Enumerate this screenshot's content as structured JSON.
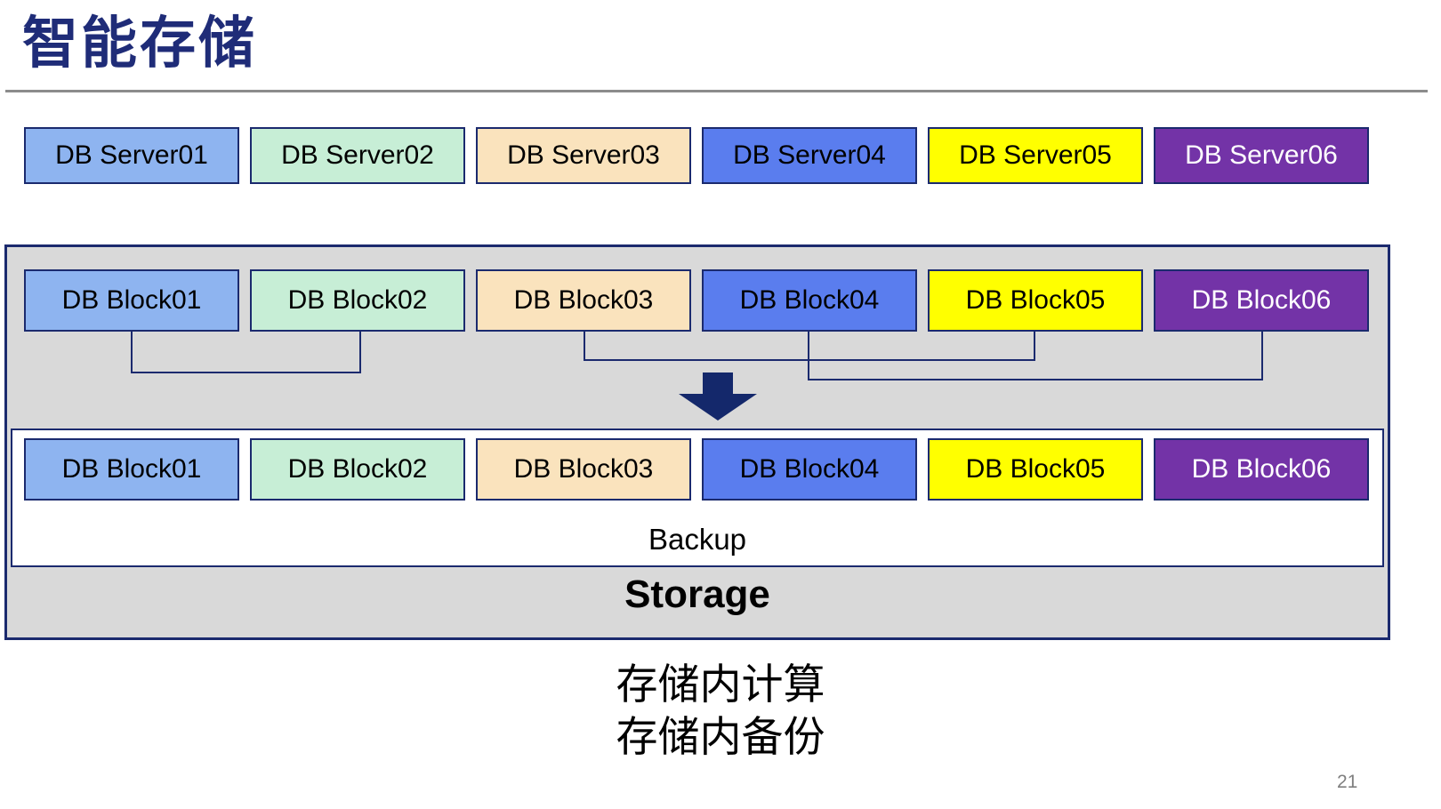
{
  "slide": {
    "title": "智能存储",
    "page_number": "21",
    "captions": {
      "line1": "存储内计算",
      "line2": "存储内备份"
    }
  },
  "colors": {
    "title_text": "#1F2C78",
    "box_border": "#1B2A6E",
    "connector_line": "#1B2A6E",
    "arrow_fill": "#14286B",
    "container_fill": "#D9D9D9",
    "divider_gray": "#8C8C8C",
    "page_number_gray": "#7F7F7F"
  },
  "servers": [
    {
      "label": "DB Server01",
      "fill": "#8EB4F0",
      "text_color": "#000000"
    },
    {
      "label": "DB Server02",
      "fill": "#C7EED6",
      "text_color": "#000000"
    },
    {
      "label": "DB Server03",
      "fill": "#FAE3BD",
      "text_color": "#000000"
    },
    {
      "label": "DB Server04",
      "fill": "#5A7DEE",
      "text_color": "#000000"
    },
    {
      "label": "DB Server05",
      "fill": "#FFFF00",
      "text_color": "#000000"
    },
    {
      "label": "DB Server06",
      "fill": "#7333A7",
      "text_color": "#FFFFFF"
    }
  ],
  "storage": {
    "blocks_top": [
      {
        "label": "DB Block01",
        "fill": "#8EB4F0",
        "text_color": "#000000"
      },
      {
        "label": "DB Block02",
        "fill": "#C7EED6",
        "text_color": "#000000"
      },
      {
        "label": "DB Block03",
        "fill": "#FAE3BD",
        "text_color": "#000000"
      },
      {
        "label": "DB Block04",
        "fill": "#5A7DEE",
        "text_color": "#000000"
      },
      {
        "label": "DB Block05",
        "fill": "#FFFF00",
        "text_color": "#000000"
      },
      {
        "label": "DB Block06",
        "fill": "#7333A7",
        "text_color": "#FFFFFF"
      }
    ],
    "blocks_bottom": [
      {
        "label": "DB Block01",
        "fill": "#8EB4F0",
        "text_color": "#000000"
      },
      {
        "label": "DB Block02",
        "fill": "#C7EED6",
        "text_color": "#000000"
      },
      {
        "label": "DB Block03",
        "fill": "#FAE3BD",
        "text_color": "#000000"
      },
      {
        "label": "DB Block04",
        "fill": "#5A7DEE",
        "text_color": "#000000"
      },
      {
        "label": "DB Block05",
        "fill": "#FFFF00",
        "text_color": "#000000"
      },
      {
        "label": "DB Block06",
        "fill": "#7333A7",
        "text_color": "#FFFFFF"
      }
    ],
    "backup_label": "Backup",
    "storage_label": "Storage"
  }
}
